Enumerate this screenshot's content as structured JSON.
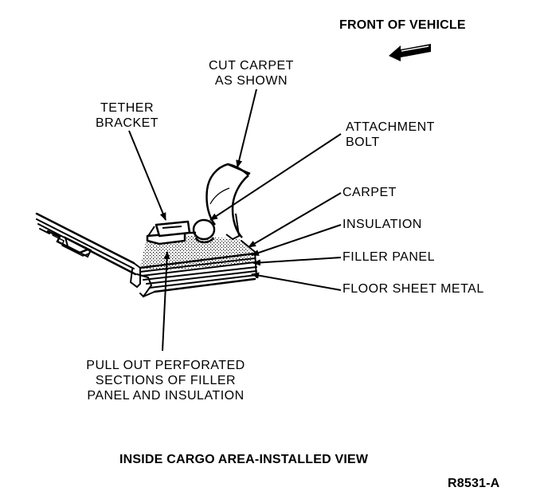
{
  "diagram": {
    "labels": {
      "front_of_vehicle": "FRONT OF VEHICLE",
      "cut_carpet": [
        "CUT CARPET",
        "AS SHOWN"
      ],
      "tether_bracket": [
        "TETHER",
        "BRACKET"
      ],
      "attachment_bolt": [
        "ATTACHMENT",
        "BOLT"
      ],
      "carpet": "CARPET",
      "insulation": "INSULATION",
      "filler_panel": "FILLER PANEL",
      "floor_sheet_metal": "FLOOR SHEET METAL",
      "pull_out": [
        "PULL OUT PERFORATED",
        "SECTIONS OF FILLER",
        "PANEL AND INSULATION"
      ]
    },
    "caption": "INSIDE CARGO AREA-INSTALLED VIEW",
    "figure_id": "R8531-A",
    "line_color": "#000000",
    "stipple_color": "#000000"
  }
}
